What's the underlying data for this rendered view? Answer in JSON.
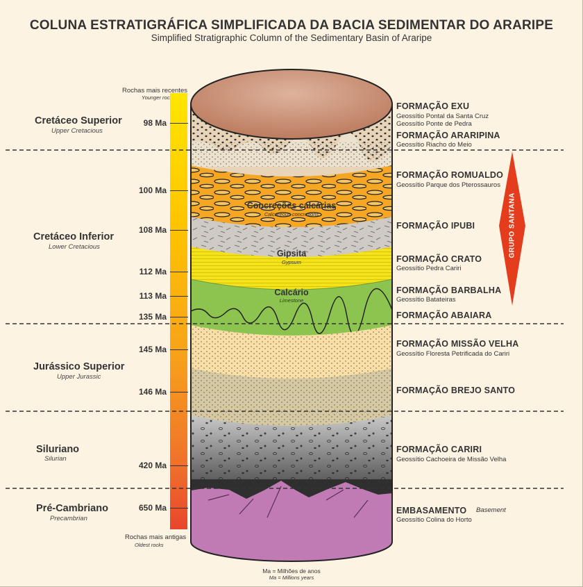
{
  "title": "COLUNA ESTRATIGRÁFICA SIMPLIFICADA DA BACIA SEDIMENTAR DO ARARIPE",
  "subtitle": "Simplified Stratigraphic Column of the Sedimentary Basin of Araripe",
  "age_bar": {
    "top_label": "Rochas mais recentes",
    "top_label_en": "Younger rocks",
    "bottom_label": "Rochas mais antigas",
    "bottom_label_en": "Oldest rocks",
    "colors": [
      "#ffe600",
      "#ffc400",
      "#f7a21a",
      "#f0712b",
      "#e8452c"
    ]
  },
  "periods": [
    {
      "name": "Cretáceo Superior",
      "name_en": "Upper Cretacious"
    },
    {
      "name": "Cretáceo Inferior",
      "name_en": "Lower Cretacious"
    },
    {
      "name": "Jurássico Superior",
      "name_en": "Upper Jurassic"
    },
    {
      "name": "Siluriano",
      "name_en": "Silurian"
    },
    {
      "name": "Pré-Cambriano",
      "name_en": "Precambrian"
    }
  ],
  "ages": [
    "98 Ma",
    "100 Ma",
    "108 Ma",
    "112 Ma",
    "113 Ma",
    "135 Ma",
    "145 Ma",
    "146 Ma",
    "420 Ma",
    "650 Ma"
  ],
  "formations": [
    {
      "name": "FORMAÇÃO EXU",
      "geo": [
        "Geossítio Pontal da Santa Cruz",
        "Geossítio Ponte de Pedra"
      ]
    },
    {
      "name": "FORMAÇÃO ARARIPINA",
      "geo": [
        "Geossítio Riacho do Meio"
      ]
    },
    {
      "name": "FORMAÇÃO ROMUALDO",
      "geo": [
        "Geossítio Parque dos Pterossauros"
      ]
    },
    {
      "name": "FORMAÇÃO IPUBI",
      "geo": []
    },
    {
      "name": "FORMAÇÃO CRATO",
      "geo": [
        "Geossítio Pedra Cariri"
      ]
    },
    {
      "name": "FORMAÇÃO BARBALHA",
      "geo": [
        "Geossítio Batateiras"
      ]
    },
    {
      "name": "FORMAÇÃO ABAIARA",
      "geo": []
    },
    {
      "name": "FORMAÇÃO MISSÃO VELHA",
      "geo": [
        "Geossítio Floresta Petrificada do Cariri"
      ]
    },
    {
      "name": "FORMAÇÃO BREJO SANTO",
      "geo": []
    },
    {
      "name": "FORMAÇÃO CARIRI",
      "geo": [
        "Geossítio Cachoeira de Missão Velha"
      ]
    },
    {
      "name": "EMBASAMENTO",
      "name_en": "Basement",
      "geo": [
        "Geossítio Colina do Horto"
      ]
    }
  ],
  "column_labels": {
    "concrecoes": "Concreções calcárias",
    "concrecoes_en": "Calcareous concretions",
    "gipsita": "Gipsita",
    "gipsita_en": "Gypsum",
    "calcario": "Calcário",
    "calcario_en": "Limestone"
  },
  "group_label": "GRUPO SANTANA",
  "footnote": {
    "pt": "Ma = Milhões de anos",
    "en": "Ma = Millions years"
  },
  "layer_colors": {
    "top": "#c98d72",
    "exu": "#e8d5b9",
    "romualdo": "#f5a623",
    "ipubi": "#cfcac3",
    "crato": "#f4e21a",
    "barbalha": "#8cc44f",
    "missao_velha": "#f9dfa6",
    "brejo_santo": "#d6c8a0",
    "cariri": "#8a8a8a",
    "embasamento": "#c07ab4",
    "group_arrow": "#e33d1e"
  }
}
